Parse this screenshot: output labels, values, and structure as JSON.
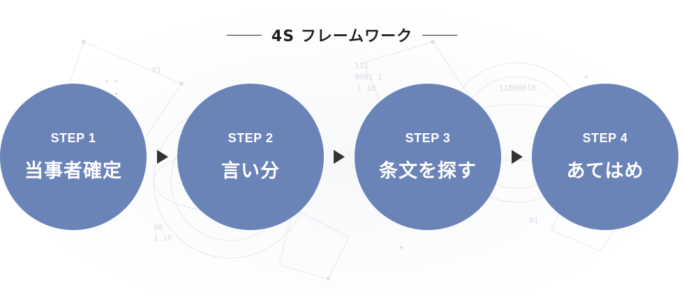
{
  "title": "4S フレームワーク",
  "steps": [
    {
      "label": "STEP 1",
      "text": "当事者確定"
    },
    {
      "label": "STEP 2",
      "text": "言い分"
    },
    {
      "label": "STEP 3",
      "text": "条文を探す"
    },
    {
      "label": "STEP 4",
      "text": "あてはめ"
    }
  ],
  "colors": {
    "circle": "#6b84b8",
    "arrow": "#333333",
    "title": "#1f1f1f"
  },
  "icons": [
    "arrow-right-icon"
  ]
}
